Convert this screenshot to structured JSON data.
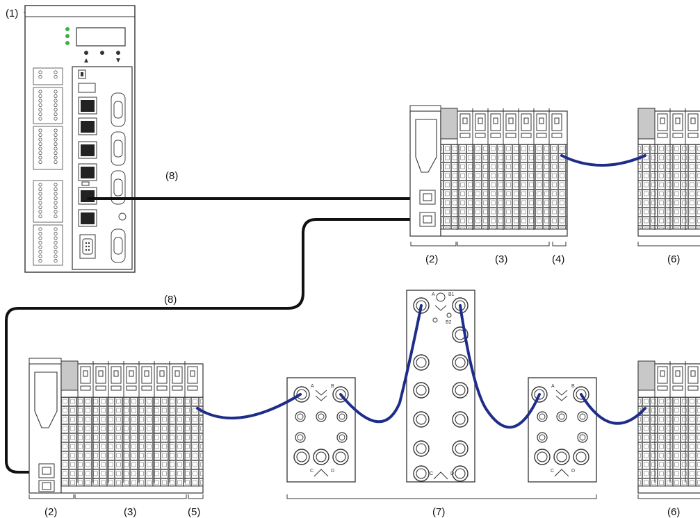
{
  "callouts": {
    "c1": "(1)",
    "c2a": "(2)",
    "c3a": "(3)",
    "c4": "(4)",
    "c6a": "(6)",
    "c8a": "(8)",
    "c8b": "(8)",
    "c2b": "(2)",
    "c3b": "(3)",
    "c5": "(5)",
    "c7": "(7)",
    "c6b": "(6)"
  },
  "port_marks": {
    "a": "A",
    "b": "B",
    "c": "C",
    "d": "D",
    "b1": "B1",
    "b2": "B2"
  },
  "colors": {
    "outline": "#333333",
    "led_green": "#3cb043",
    "ethernet_cable": "#111111",
    "bus_cable": "#1f2d8a",
    "module_gray": "#c8c8c8"
  }
}
